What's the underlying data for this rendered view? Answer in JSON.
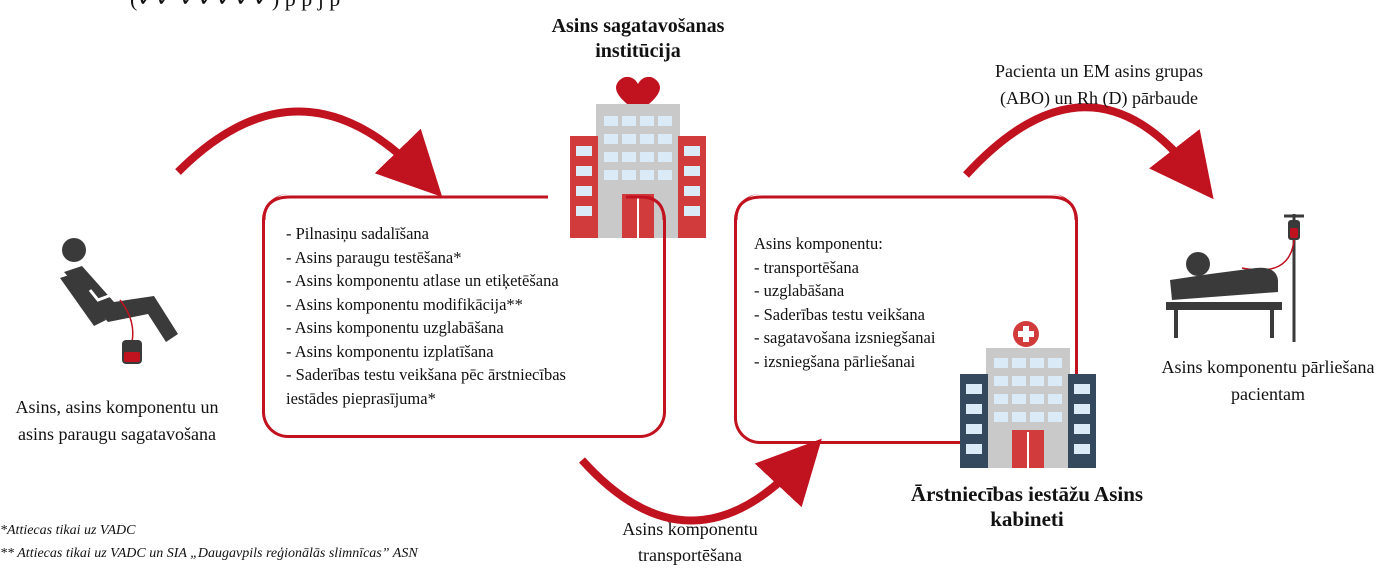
{
  "top_partial_text": "(✓✓ ✓✓✓✓✓)                                                        p                                                                                       p                               j       p",
  "blood_institution": {
    "title": "Asins sagatavošanas institūcija"
  },
  "donor": {
    "caption_line1": "Asins, asins komponentu un",
    "caption_line2": "asins paraugu sagatavošana"
  },
  "institution_tasks": [
    "- Pilnasiņu sadalīšana",
    "- Asins paraugu testēšana*",
    "- Asins komponentu atlase un etiķetēšana",
    "- Asins komponentu modifikācija**",
    "- Asins komponentu uzglabāšana",
    "- Asins komponentu izplatīšana",
    "- Saderības testu veikšana pēc ārstniecības",
    "iestādes pieprasījuma*"
  ],
  "transport": {
    "line1": "Asins komponentu",
    "line2": "transportēšana"
  },
  "cabinet": {
    "heading": "Asins komponentu:",
    "tasks": [
      "- transportēšana",
      "- uzglabāšana",
      "- Saderības testu veikšana",
      "- sagatavošana izsniegšanai",
      "- izsniegšana pārliešanai"
    ],
    "title_line1": "Ārstniecības iestāžu Asins",
    "title_line2": "kabineti"
  },
  "patient_check": {
    "line1": "Pacienta un EM asins grupas",
    "line2": "(ABO) un Rh (D) pārbaude"
  },
  "patient": {
    "caption_line1": "Asins komponentu pārliešana",
    "caption_line2": "pacientam"
  },
  "footnotes": [
    "*Attiecas tikai uz VADC",
    "** Attiecas tikai uz VADC un SIA „Daugavpils reģionālās slimnīcas” ASN"
  ],
  "colors": {
    "accent_red": "#c1121f",
    "building_red": "#d23b3b",
    "building_gray": "#c9c9c9",
    "building_navy": "#34495e",
    "window_blue": "#dbeaf7",
    "icon_dark": "#3a3a3a"
  },
  "icons": [
    "heart-icon",
    "hospital-building-icon",
    "medical-cross-icon",
    "blood-donor-icon",
    "patient-bed-icon",
    "iv-drip-icon",
    "blood-bag-icon"
  ]
}
